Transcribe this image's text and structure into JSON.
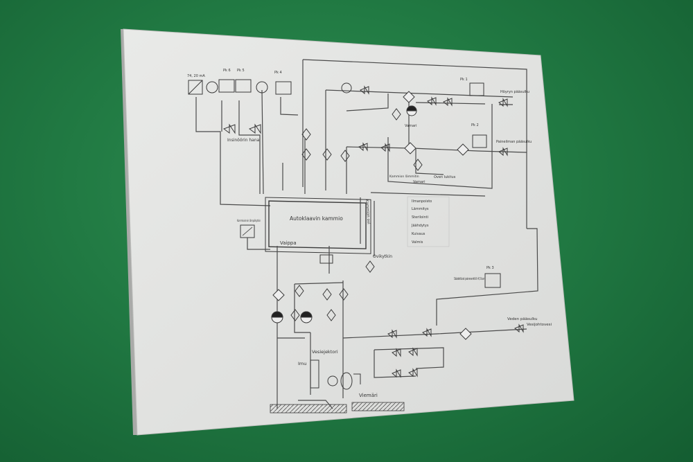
{
  "colors": {
    "backdrop": "#217a43",
    "panel": "#e3e4e2",
    "ink": "#3a3a3a"
  },
  "diagram": {
    "main_chamber": "Autoklaavin kammio",
    "chamber_side": "Kammion ovi",
    "jacket": "Vaippa",
    "door_switch": "Ovikytkin",
    "engineer_tap": "Insinöörin hana",
    "transmitter": "74, 20 mA",
    "pk6": "Pk 6",
    "pk5": "Pk 5",
    "pk4": "Pk 4",
    "pk1": "Pk 1",
    "pk2": "Pk 2",
    "pk3": "Pk 3",
    "vamari_top": "Vamari",
    "vamari_mid": "Vamari",
    "drain": "Viemäri",
    "water_ejector": "Vesiejektori",
    "suction": "Imu",
    "tap_water": "Vesijohtovesi",
    "water_main": "Veden pääsulku",
    "adjustable_pressure": "Säädettävä paineventtiili 4,5 bar",
    "pressure_left": "Paineilman pääsulku",
    "steam_main": "Höyryn pääsulku",
    "jacket_switch": "Kammioinnin lämpökytkin",
    "door_lock": "Oven lukitus",
    "chamber_heater": "Kammion lämmitin",
    "status_list": [
      "Ilmanpoisto",
      "Lämmitys",
      "Sterilointi",
      "Jäähdytys",
      "Kuivaus",
      "Valmis"
    ]
  }
}
